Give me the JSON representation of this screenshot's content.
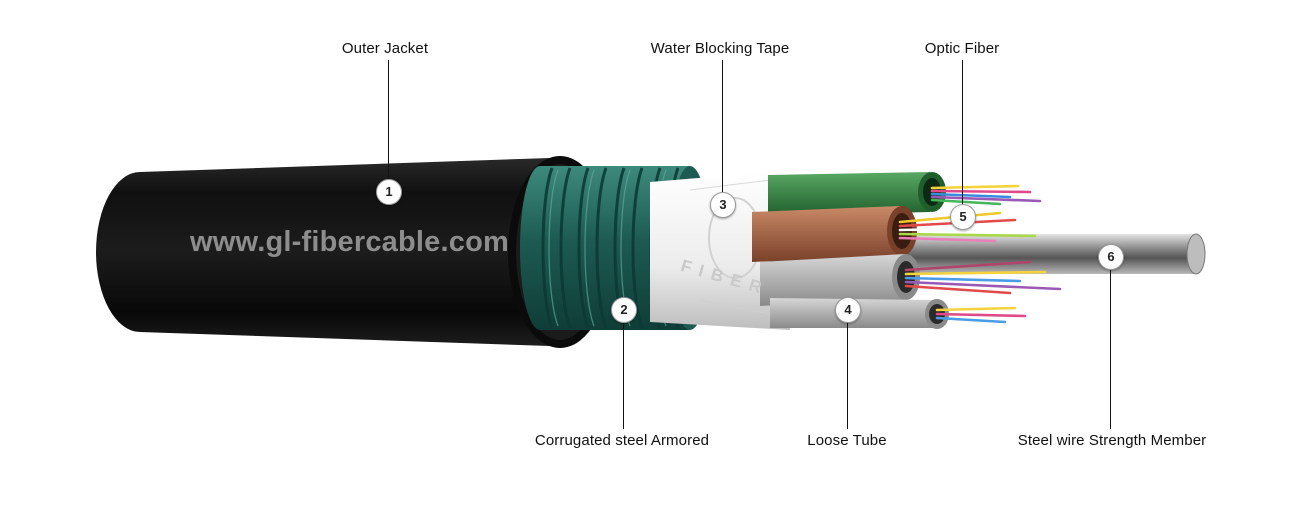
{
  "watermark": "www.gl-fibercable.com",
  "brand": "FIBER",
  "components": [
    {
      "number": "1",
      "label": "Outer Jacket"
    },
    {
      "number": "2",
      "label": "Corrugated steel Armored"
    },
    {
      "number": "3",
      "label": "Water Blocking Tape"
    },
    {
      "number": "4",
      "label": "Loose Tube"
    },
    {
      "number": "5",
      "label": "Optic Fiber"
    },
    {
      "number": "6",
      "label": "Steel wire Strength Member"
    }
  ],
  "colors": {
    "jacket": "#121212",
    "armor": "#1f5f56",
    "tape": "#eeeeee",
    "tube_green": "#2f7d3d",
    "tube_brown": "#a86544",
    "tube_grey": "#a9a9a9",
    "steel": "#9a9a9a"
  }
}
